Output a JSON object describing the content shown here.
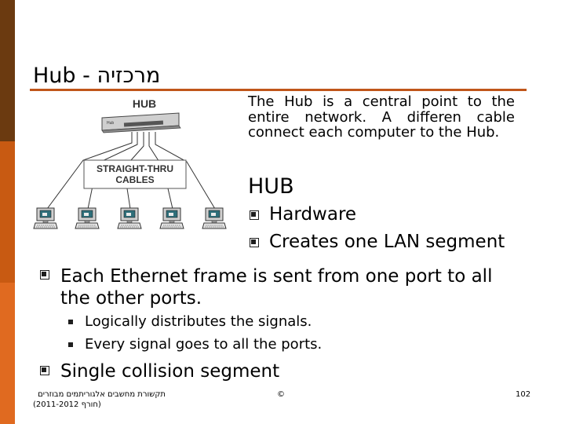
{
  "slide": {
    "title": "Hub - מרכזיה",
    "paragraph": "The Hub is a central point to the entire network. A differen cable connect each computer to the Hub.",
    "subheading": "HUB",
    "sub_bullets": [
      "Hardware",
      "Creates one LAN segment"
    ],
    "main_bullets": [
      {
        "text": "Each Ethernet frame is sent from one port to all the other ports."
      },
      {
        "text": "Single collision segment"
      }
    ],
    "nested_bullets": [
      "Logically distributes the signals.",
      "Every signal goes to all the ports."
    ]
  },
  "diagram": {
    "hub_label": "HUB",
    "cables_label_line1": "STRAIGHT-THRU",
    "cables_label_line2": "CABLES",
    "device_brand": "Hub",
    "computer_count": 5
  },
  "footer": {
    "course_line1": "תקשורת מחשבים אלגוריתמים מבוזרים",
    "course_line2": "(2011-2012 חורף)",
    "copyright": "©",
    "page_number": "102"
  },
  "colors": {
    "title_rule": "#c0561a",
    "sidebar_top": "#6b3a10",
    "sidebar_mid": "#c85a12",
    "sidebar_bottom": "#e06a20"
  }
}
